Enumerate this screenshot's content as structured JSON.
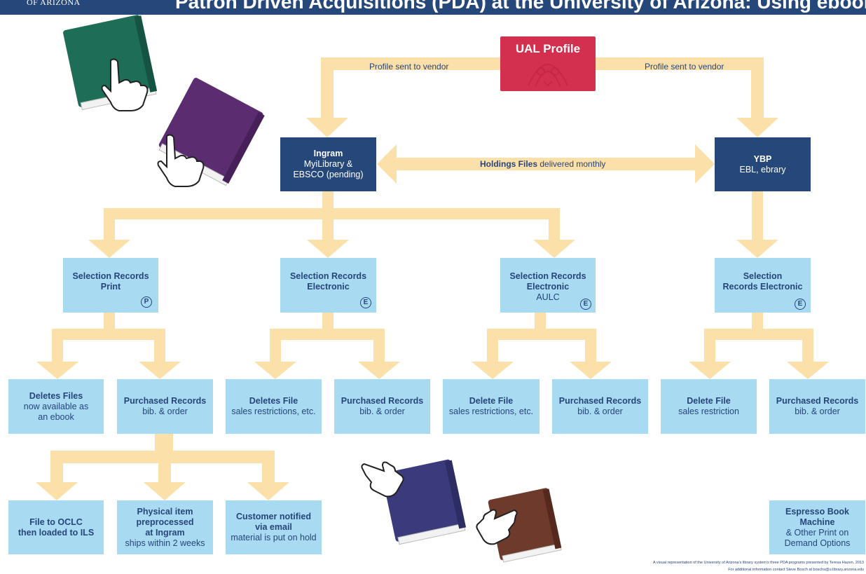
{
  "header": {
    "logo": "OF ARIZONA",
    "title": "Patron Driven Acquisitions (PDA) at the University of Arizona: Using ebook vendors' holdings files and generating Purchase Orders"
  },
  "profile": {
    "label": "UAL Profile"
  },
  "edges": {
    "profile_left": "Profile sent to vendor",
    "profile_right": "Profile sent to vendor",
    "holdings_bold": "Holdings Files",
    "holdings_rest": "delivered monthly"
  },
  "vendors": {
    "ingram": {
      "title": "Ingram",
      "sub1": "MyiLibrary &",
      "sub2": "EBSCO (pending)"
    },
    "ybp": {
      "title": "YBP",
      "sub1": "EBL, ebrary"
    }
  },
  "selection": [
    {
      "line1": "Selection Records",
      "line2": "Print",
      "line3": "",
      "badge": "P"
    },
    {
      "line1": "Selection Records",
      "line2": "Electronic",
      "line3": "",
      "badge": "E"
    },
    {
      "line1": "Selection Records",
      "line2": "Electronic",
      "line3": "AULC",
      "badge": "E"
    },
    {
      "line1": "Selection",
      "line2": "Records Electronic",
      "line3": "",
      "badge": "E"
    }
  ],
  "row3": [
    {
      "title": "Deletes Files",
      "sub1": "now available as",
      "sub2": "an ebook"
    },
    {
      "title": "Purchased Records",
      "sub1": "bib. & order",
      "sub2": ""
    },
    {
      "title": "Deletes File",
      "sub1": "sales restrictions, etc.",
      "sub2": ""
    },
    {
      "title": "Purchased Records",
      "sub1": "bib. & order",
      "sub2": ""
    },
    {
      "title": "Delete File",
      "sub1": "sales restrictions, etc.",
      "sub2": ""
    },
    {
      "title": "Purchased Records",
      "sub1": "bib. & order",
      "sub2": ""
    },
    {
      "title": "Delete File",
      "sub1": "sales restriction",
      "sub2": ""
    },
    {
      "title": "Purchased Records",
      "sub1": "bib. & order",
      "sub2": ""
    }
  ],
  "row4": [
    {
      "line1": "File to OCLC",
      "line2": "then loaded to ILS",
      "line3": "",
      "sub": ""
    },
    {
      "line1": "Physical item",
      "line2": "preprocessed",
      "line3": "at Ingram",
      "sub": "ships within 2 weeks"
    },
    {
      "line1": "Customer notified",
      "line2": "via email",
      "line3": "",
      "sub": "material is put on hold"
    }
  ],
  "espresso": {
    "line1": "Espresso Book",
    "line2": "Machine",
    "sub1": "& Other Print on",
    "sub2": "Demand Options"
  },
  "footer": {
    "line1": "A visual representation of the University of Arizona's library system's three PDA programs presented by Teresa Hazen, 2013",
    "line2": "For additional information contact Steve Bosch at boschs@u.library.arizona.edu"
  },
  "colors": {
    "header": "#26477a",
    "dark_box": "#26477a",
    "light_box": "#a8daf1",
    "profile": "#d32f4f",
    "arrow": "#fbe0aa",
    "text": "#27457a"
  },
  "decorations": [
    "book-green-icon",
    "book-purple-icon",
    "book-navy-icon",
    "book-brown-icon",
    "hand-cursor-icon"
  ]
}
